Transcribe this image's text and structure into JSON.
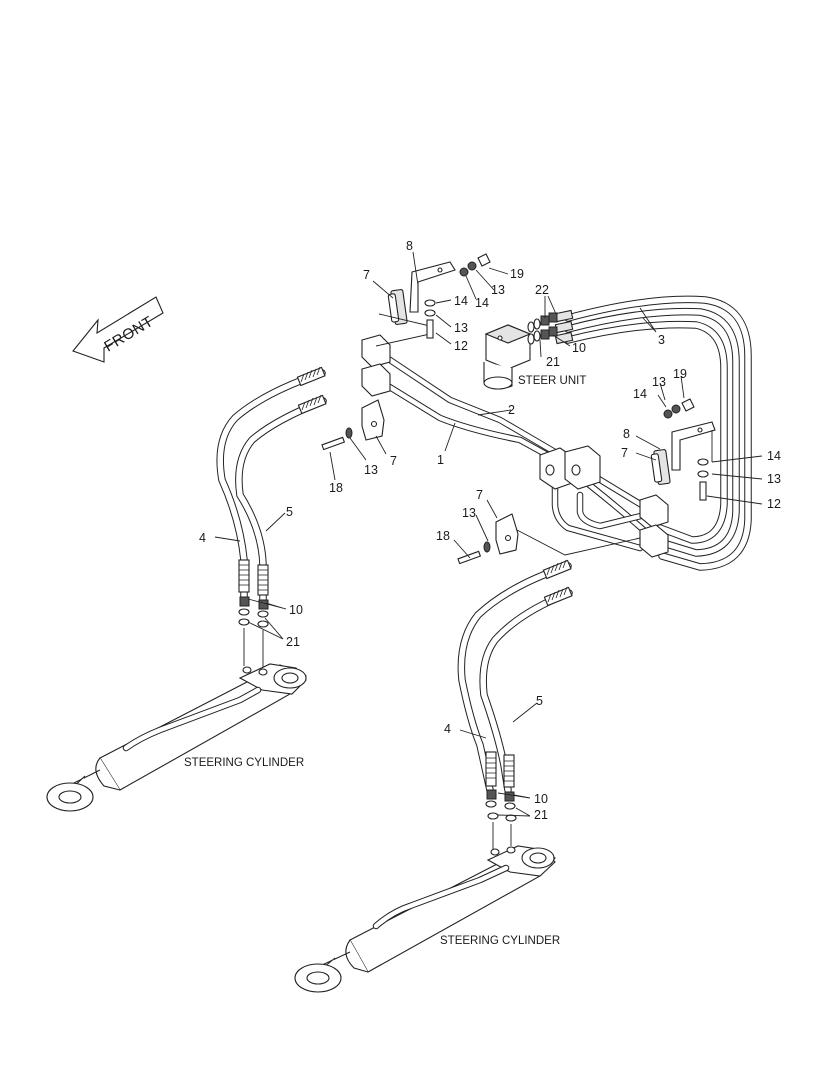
{
  "direction": {
    "label": "FRONT"
  },
  "components": {
    "steer_unit": "STEER UNIT",
    "steering_cylinder_left": "STEERING CYLINDER",
    "steering_cylinder_right": "STEERING CYLINDER"
  },
  "callouts": {
    "c1": "1",
    "c2": "2",
    "c3": "3",
    "c4a": "4",
    "c4b": "4",
    "c5a": "5",
    "c5b": "5",
    "c7a": "7",
    "c7b": "7",
    "c7c": "7",
    "c7d": "7",
    "c8a": "8",
    "c8b": "8",
    "c10a": "10",
    "c10b": "10",
    "c10c": "10",
    "c12a": "12",
    "c12b": "12",
    "c13a": "13",
    "c13b": "13",
    "c13c": "13",
    "c13d": "13",
    "c13e": "13",
    "c13f": "13",
    "c14a": "14",
    "c14b": "14",
    "c14c": "14",
    "c14d": "14",
    "c18a": "18",
    "c18b": "18",
    "c19a": "19",
    "c19b": "19",
    "c21a": "21",
    "c21b": "21",
    "c21c": "21",
    "c22": "22"
  }
}
